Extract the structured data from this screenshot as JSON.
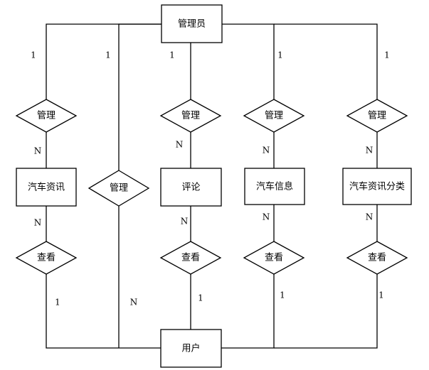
{
  "entities": {
    "admin": "管理员",
    "user": "用户",
    "car_news": "汽车资讯",
    "comment": "评论",
    "car_info": "汽车信息",
    "car_news_category": "汽车资讯分类"
  },
  "relations": {
    "manage_car_news": "管理",
    "manage_user": "管理",
    "manage_comment": "管理",
    "manage_car_info": "管理",
    "manage_car_news_category": "管理",
    "view_car_news": "查看",
    "view_comment": "查看",
    "view_car_info": "查看",
    "view_car_news_category": "查看"
  },
  "cardinalities": {
    "admin_car_news": "1",
    "car_news_manage": "N",
    "car_news_view": "N",
    "user_car_news": "1",
    "admin_user": "1",
    "user_manage": "N",
    "admin_comment": "1",
    "comment_manage": "N",
    "comment_view": "N",
    "user_comment": "1",
    "admin_car_info": "1",
    "car_info_manage": "N",
    "car_info_view": "N",
    "user_car_info": "1",
    "admin_category": "1",
    "category_manage": "N",
    "category_view": "N",
    "user_category": "1"
  }
}
